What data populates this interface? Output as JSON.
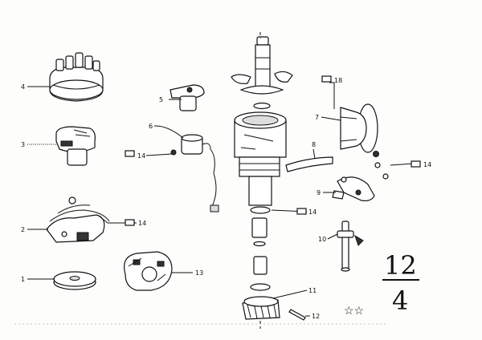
{
  "callouts": {
    "c1": "1",
    "c2": "2",
    "c3": "3",
    "c4": "4",
    "c5": "5",
    "c6": "6",
    "c7": "7",
    "c8": "8",
    "c9": "9",
    "c10": "10",
    "c11": "11",
    "c12": "12",
    "c13": "13",
    "c14a": "14",
    "c14b": "14",
    "c14c": "14",
    "c14d": "14",
    "c18": "18"
  },
  "section": {
    "numerator": "12",
    "denominator": "4"
  },
  "stars": "☆☆"
}
